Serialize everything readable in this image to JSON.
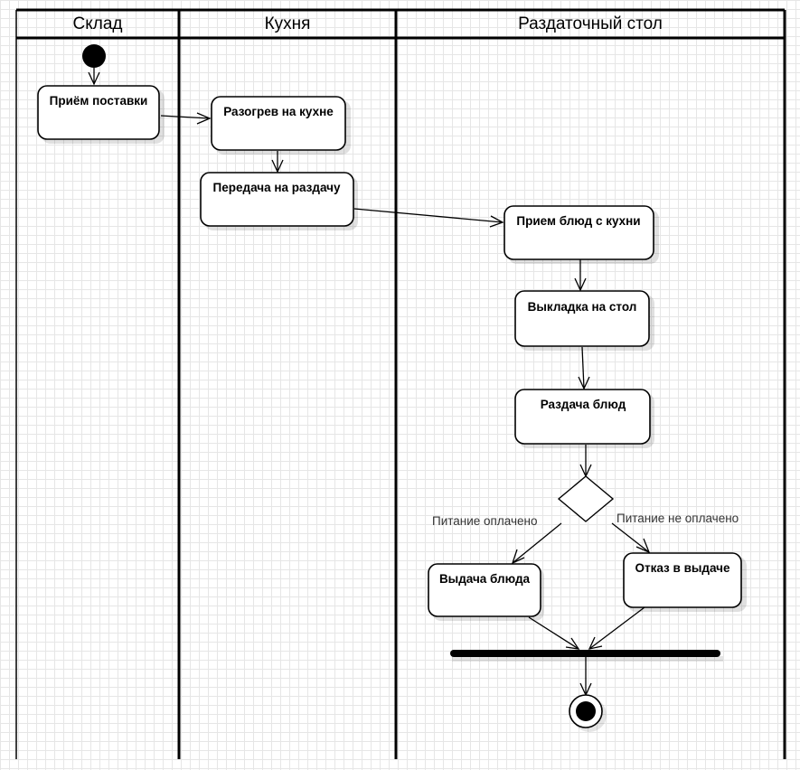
{
  "lanes": {
    "sklad": "Склад",
    "kukhnya": "Кухня",
    "razdacha": "Раздаточный стол"
  },
  "nodes": {
    "priem_postavki": "Приём поставки",
    "razogrev": "Разогрев на кухне",
    "peredacha": "Передача на раздачу",
    "priem_blyud": "Прием блюд с кухни",
    "vykladka": "Выкладка на стол",
    "razdacha_blyud": "Раздача блюд",
    "vydacha": "Выдача блюда",
    "otkaz": "Отказ в выдаче"
  },
  "guards": {
    "oplacheno": "Питание оплачено",
    "ne_oplacheno": "Питание не оплачено"
  }
}
